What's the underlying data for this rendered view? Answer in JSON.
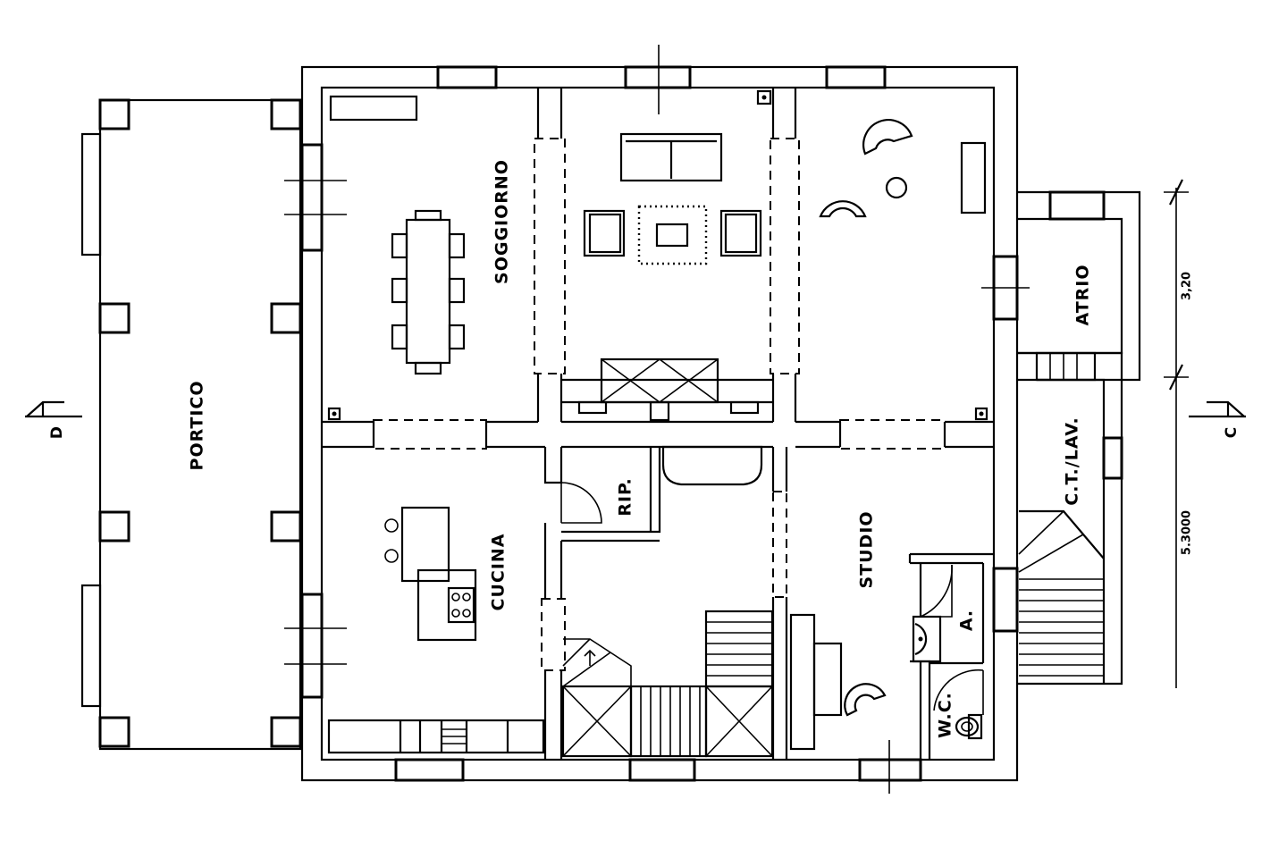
{
  "rooms": {
    "portico": "PORTICO",
    "soggiorno": "SOGGIORNO",
    "cucina": "CUCINA",
    "rip": "RIP.",
    "studio": "STUDIO",
    "atrio": "ATRIO",
    "ct_lav": "C.T./LAV.",
    "antibagno": "A.",
    "wc": "W.C."
  },
  "dimensions": {
    "upper": "3,20",
    "lower": "5.3000"
  },
  "section_marks": {
    "left": "D",
    "right": "C"
  }
}
